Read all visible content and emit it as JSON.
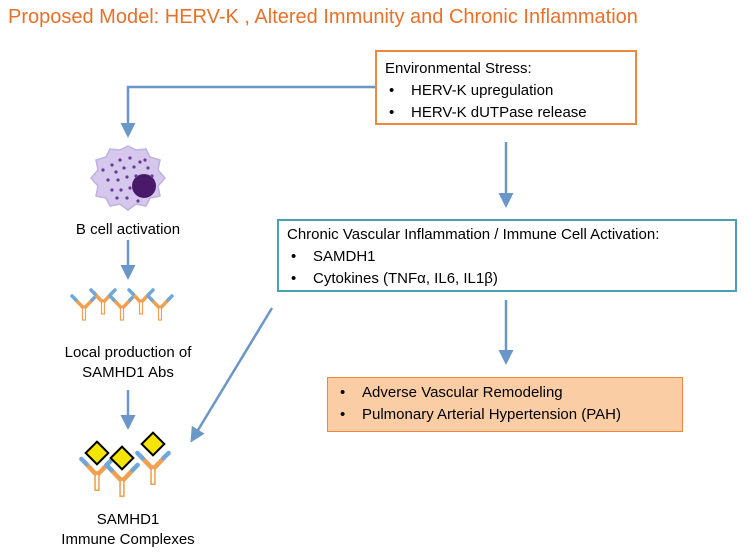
{
  "title": "Proposed Model:  HERV-K , Altered Immunity and Chronic Inflammation",
  "env_box": {
    "heading": "Environmental Stress:",
    "items": [
      "HERV-K upregulation",
      "HERV-K dUTPase release"
    ]
  },
  "chronic_box": {
    "heading": "Chronic Vascular Inflammation / Immune Cell Activation:",
    "items": [
      "SAMDH1",
      "Cytokines (TNFα, IL6, IL1β)"
    ]
  },
  "pah_box": {
    "items": [
      "Adverse Vascular Remodeling",
      "Pulmonary Arterial Hypertension (PAH)"
    ]
  },
  "b_cell_label": "B cell activation",
  "antibody_label": [
    "Local production of",
    "SAMHD1 Abs"
  ],
  "complex_label": [
    "SAMHD1",
    "Immune Complexes"
  ],
  "colors": {
    "title": "#e8712a",
    "arrow": "#6b96c8",
    "env_border": "#f0873f",
    "chronic_border": "#4aa0b0",
    "pah_fill": "#fbcda5",
    "cell_body": "#d6c8ec",
    "nucleus": "#4a1a6a",
    "antibody": "#f0a050",
    "antigen": "#f5e400"
  }
}
